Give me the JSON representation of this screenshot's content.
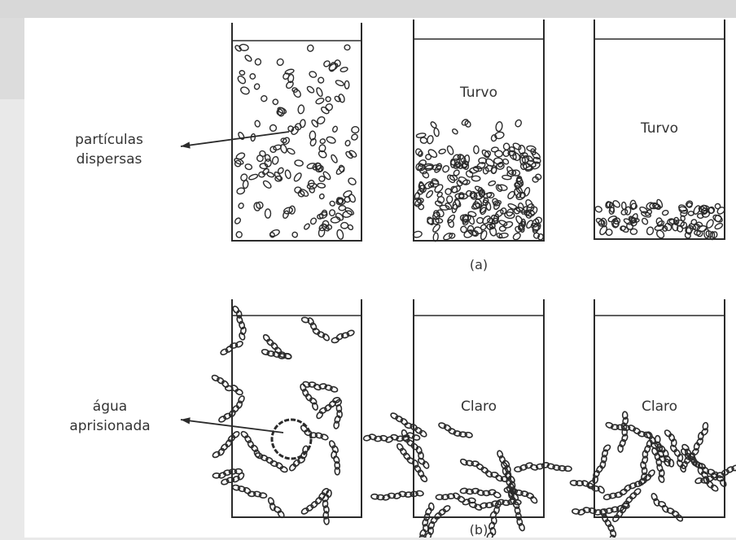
{
  "labels": {
    "particles": [
      "partículas",
      "dispersas"
    ],
    "trapped_water": [
      "água",
      "aprisionada"
    ],
    "turbid": "Turvo",
    "clear": "Claro",
    "panel_a": "(a)",
    "panel_b": "(b)"
  },
  "colors": {
    "ink": "#2b2b2b",
    "paper": "#ffffff",
    "frame": "#e0e0e0"
  }
}
